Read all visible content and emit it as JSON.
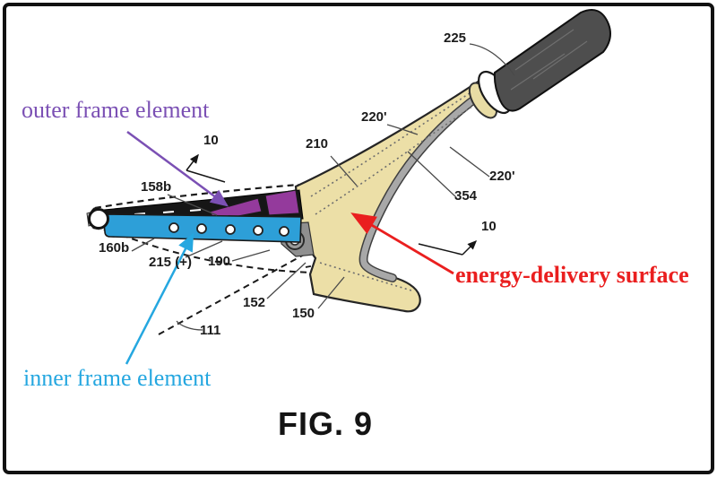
{
  "figure_caption": "FIG. 9",
  "callouts": {
    "outer_frame": "outer frame element",
    "inner_frame": "inner frame element",
    "energy_surface": "energy-delivery surface"
  },
  "numerals": {
    "n225": "225",
    "n220_upper": "220'",
    "n210": "210",
    "n220_right": "220'",
    "n354": "354",
    "n10_left": "10",
    "n10_right": "10",
    "n158b": "158b",
    "n160b": "160b",
    "n215": "215 (+)",
    "n190": "190",
    "n152": "152",
    "n150": "150",
    "n111": "111"
  },
  "colors": {
    "outer_frame_accent": "#7b50b4",
    "inner_frame_accent": "#25a7e0",
    "energy_surface_accent": "#ea1f1f",
    "inner_frame_fill": "#2d9fd8",
    "outer_frame_fill": "#943a9c",
    "body_fill": "#ecdfa7",
    "grip_fill": "#4e4e4e",
    "frame_border": "#111111"
  }
}
